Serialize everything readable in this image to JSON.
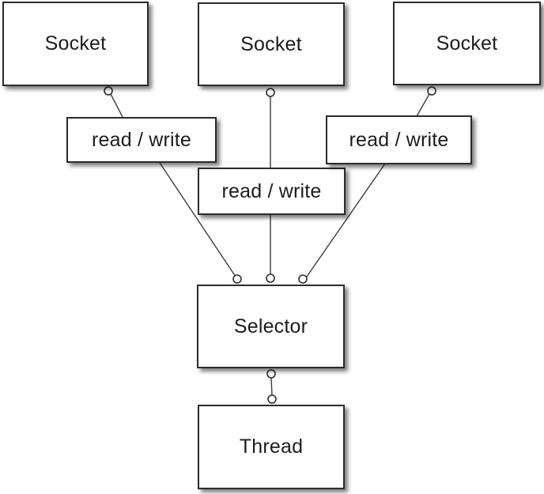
{
  "diagram": {
    "nodes": {
      "socket_left": {
        "label": "Socket"
      },
      "socket_middle": {
        "label": "Socket"
      },
      "socket_right": {
        "label": "Socket"
      },
      "readwrite_left": {
        "label": "read / write"
      },
      "readwrite_middle": {
        "label": "read / write"
      },
      "readwrite_right": {
        "label": "read / write"
      },
      "selector": {
        "label": "Selector"
      },
      "thread": {
        "label": "Thread"
      }
    },
    "colors": {
      "box_fill": "#ffffff",
      "box_border": "#2b2b2b",
      "text": "#1c1c1c",
      "connector_line": "#3c3c3c",
      "connector_circle_fill": "#ffffff"
    }
  }
}
